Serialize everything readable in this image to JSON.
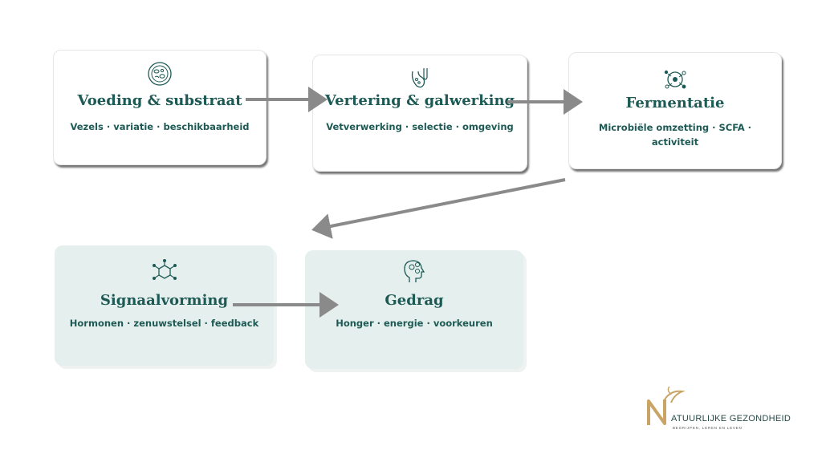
{
  "steps": [
    {
      "title": "Voeding & substraat",
      "subtitle": "Vezels · variatie · beschikbaarheid",
      "icon": "plate-icon"
    },
    {
      "title": "Vertering & galwerking",
      "subtitle": "Vetverwerking · selectie · omgeving",
      "icon": "gallbladder-icon"
    },
    {
      "title": "Fermentatie",
      "subtitle": "Microbiële omzetting · SCFA · activiteit",
      "icon": "microbe-icon"
    },
    {
      "title": "Signaalvorming",
      "subtitle": "Hormonen · zenuwstelsel · feedback",
      "icon": "molecule-icon"
    },
    {
      "title": "Gedrag",
      "subtitle": "Honger · energie · voorkeuren",
      "icon": "head-icon"
    }
  ],
  "logo": {
    "initial": "N",
    "name": "ATUURLIJKE GEZONDHEID",
    "tagline": "BEGRIJPEN, LEREN EN LEVEN"
  },
  "colors": {
    "text": "#1d5a55",
    "arrow": "#8a8a8a",
    "tint_card": "#e5efed",
    "logo_gold": "#c9a465"
  }
}
